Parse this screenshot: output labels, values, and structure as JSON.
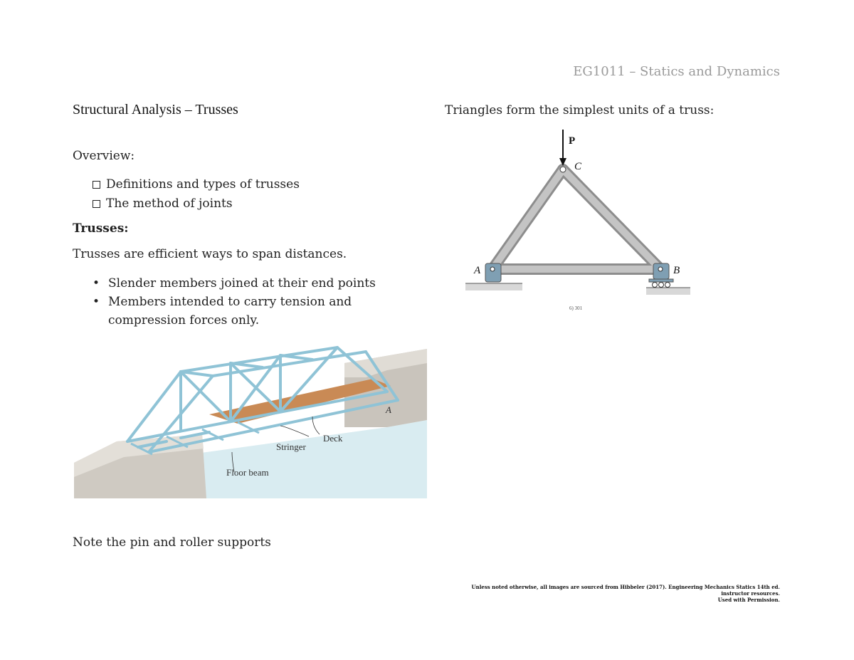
{
  "header": {
    "course": "EG1011 – Statics and Dynamics"
  },
  "left": {
    "title": "Structural Analysis – Trusses",
    "overview_label": "Overview:",
    "overview_items": [
      "Definitions and types of trusses",
      "The method of joints"
    ],
    "trusses_heading": "Trusses:",
    "trusses_intro": "Trusses are efficient ways to span distances.",
    "bullets": [
      "Slender members joined at their end points",
      "Members intended to carry tension and compression forces only."
    ],
    "bridge_labels": {
      "deck": "Deck",
      "stringer": "Stringer",
      "floor_beam": "Floor beam",
      "support": "A"
    },
    "note": "Note the pin and roller supports"
  },
  "right": {
    "caption": "Triangles form the simplest units of a truss:",
    "truss_labels": {
      "load": "P",
      "apex": "C",
      "left": "A",
      "right": "B",
      "tiny": "6) 301"
    }
  },
  "footer": {
    "credit_line1": "Unless noted otherwise, all images are sourced from Hibbeler (2017). Engineering Mechanics Statics 14th ed. instructor resources.",
    "credit_line2": "Used with Permission."
  },
  "colors": {
    "header_gray": "#9a9a9a",
    "bridge_blue": "#8fc3d6",
    "deck_orange": "#c98a55",
    "water": "#d9ecf1",
    "member_gray": "#a9a9a9"
  }
}
